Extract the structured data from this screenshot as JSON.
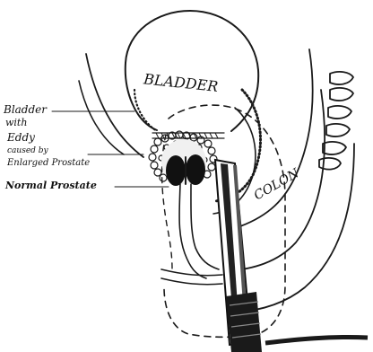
{
  "labels": {
    "bladder": "BLADDER",
    "colon": "COLON",
    "bladder_with": [
      "Bladder",
      "with"
    ],
    "eddy": [
      "Eddy",
      "caused by",
      "Enlarged Prostate"
    ],
    "normal_prostate": "Normal Prostate"
  },
  "colors": {
    "ink": "#1a1a1a",
    "background": "#ffffff"
  }
}
